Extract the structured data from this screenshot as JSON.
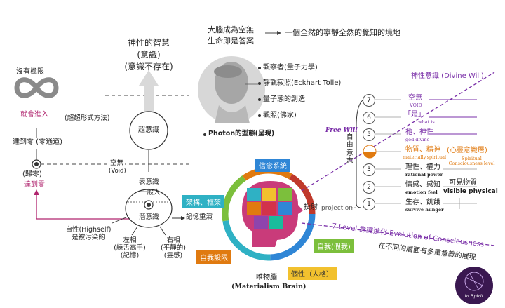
{
  "left": {
    "none_limit": "沒有極限",
    "enter": "就會進入",
    "reach_zero_channel": "達到零 (零通道)",
    "return_zero": "(歸零)",
    "reach_zero": "達到零",
    "beyond_method": "(超超形式方法)",
    "empty": "空無",
    "void": "(Void)",
    "surface": "表意識",
    "ordinary": "一般人",
    "sub": "潛意識",
    "memory": "記憶重演",
    "self_pollution": "自性(Highself)\n是被污染的",
    "left_phase": "左相\n(繞舌高手)\n(記憶)",
    "right_phase": "右相\n(平靜的)\n(靈感)"
  },
  "center": {
    "wisdom": "神性的智慧",
    "consciousness": "(意識)",
    "no_consciousness": "(意識不存在)",
    "super": "超意識",
    "brain_empty": "大腦成為空無",
    "life_answer": "生命即是答案",
    "arrow_text": "一個全然的寧靜全然的覺知的境地",
    "bullets": [
      "觀察者(量子力學)",
      "靜觀寂照(Eckhart Tolle)",
      "量子態的創造",
      "觀照(佛家)"
    ],
    "photon": "Photon的型態(呈現)",
    "belief": "信念系統",
    "framework": "架構、框架",
    "ego": "自我設限",
    "self_fake": "自我(假我)",
    "personality": "個性（人格）",
    "materialism": "唯物腦",
    "materialism_en": "(Materialism Brain)",
    "projection": "投射",
    "projection_en": "projection"
  },
  "right": {
    "divine_will": "神性意識 (Divine Will)",
    "free_will": "Free Will",
    "free_will_cn": "自由意志",
    "levels": [
      {
        "n": "7",
        "cn": "空無",
        "en": "VOID"
      },
      {
        "n": "6",
        "cn": "「是」",
        "en": "what is"
      },
      {
        "n": "5",
        "cn": "祂、神性",
        "en": "god    divine"
      },
      {
        "n": "4",
        "cn": "物質、精神",
        "en": "materially,spiritual"
      },
      {
        "n": "3",
        "cn": "理性、權力",
        "en": "rational   power"
      },
      {
        "n": "2",
        "cn": "情感、感知",
        "en": "emotion    feel"
      },
      {
        "n": "1",
        "cn": "生存、飢餓",
        "en": "survive   hunger"
      }
    ],
    "spiritual_cn": "(心靈意識層)",
    "spiritual_en": "Spiritual\nConsciousness level",
    "visible_cn": "可見物質",
    "visible_en": "visible physical",
    "evolution": "7 Level 意識進化    Evolution of Consciousness",
    "meaning": "在不同的層面有多重意義的展現",
    "logo": "in Spirit"
  },
  "colors": {
    "magenta": "#b0246e",
    "purple": "#7a2fa8",
    "orange": "#e07a10"
  }
}
